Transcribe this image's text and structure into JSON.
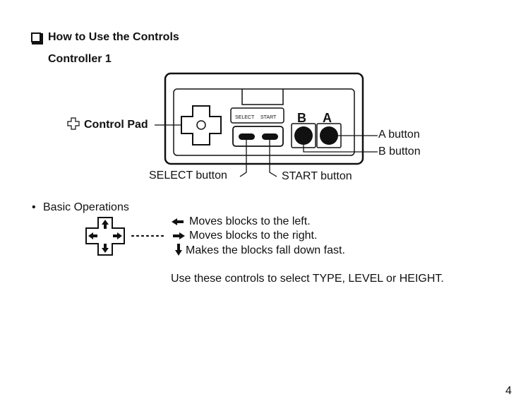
{
  "section": {
    "title": "How to Use the Controls",
    "subtitle": "Controller 1"
  },
  "controller": {
    "select_text": "SELECT",
    "start_text": "START",
    "b_letter": "B",
    "a_letter": "A",
    "callouts": {
      "control_pad": "Control Pad",
      "a_button": "A button",
      "b_button": "B button",
      "select_button": "SELECT button",
      "start_button": "START button"
    }
  },
  "basic_operations": {
    "label": "Basic Operations",
    "bullet": "•",
    "left": "Moves blocks to the left.",
    "right": "Moves blocks to the right.",
    "down": "Makes the blocks fall down fast.",
    "note": "Use these controls to select TYPE, LEVEL or HEIGHT."
  },
  "page_number": "4",
  "colors": {
    "ink": "#111111",
    "paper": "#ffffff"
  }
}
